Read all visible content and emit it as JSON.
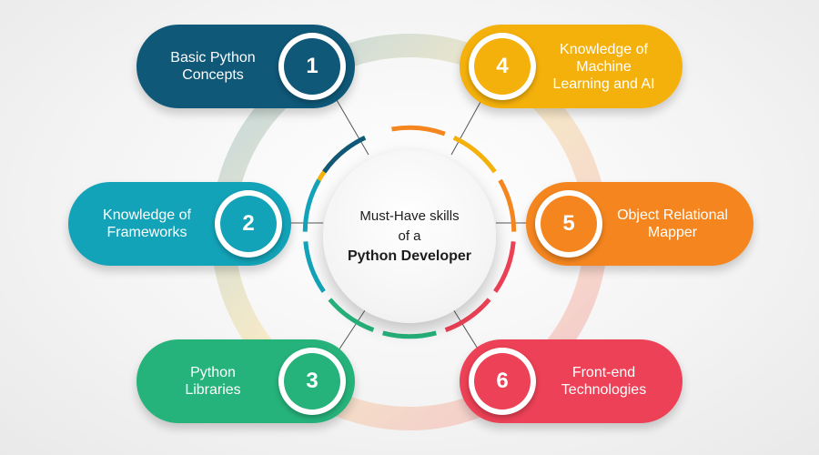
{
  "center": {
    "line1": "Must-Have skills",
    "line2": "of a",
    "line3": "Python Developer"
  },
  "skills": [
    {
      "number": "1",
      "label": "Basic Python\nConcepts",
      "color": "#0f5878"
    },
    {
      "number": "2",
      "label": "Knowledge of\nFrameworks",
      "color": "#13a3b8"
    },
    {
      "number": "3",
      "label": "Python\nLibraries",
      "color": "#26b37b"
    },
    {
      "number": "4",
      "label": "Knowledge of\nMachine\nLearning and AI",
      "color": "#f5b10b"
    },
    {
      "number": "5",
      "label": "Object Relational\nMapper",
      "color": "#f5861f"
    },
    {
      "number": "6",
      "label": "Front-end\nTechnologies",
      "color": "#ec4156"
    }
  ]
}
